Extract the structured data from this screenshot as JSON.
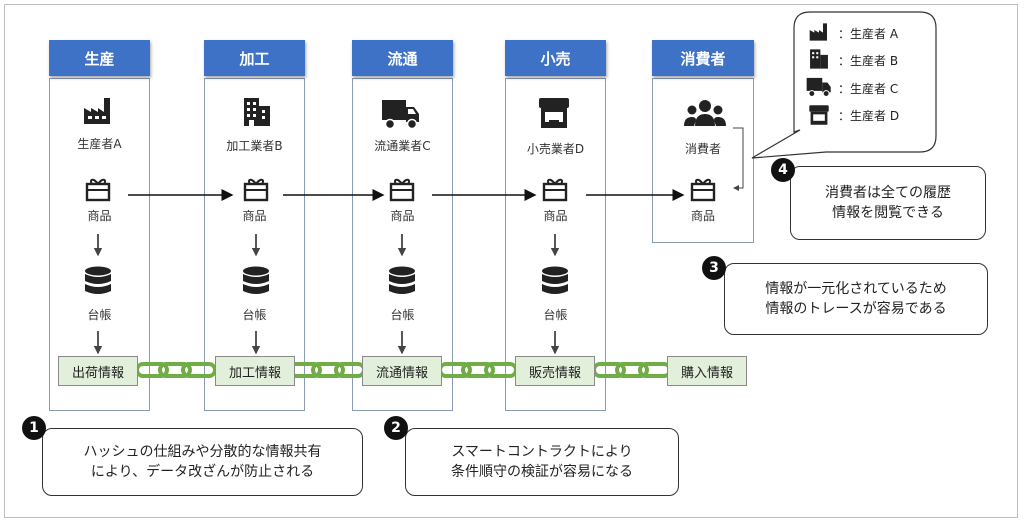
{
  "stages": [
    {
      "title": "生産",
      "actor": "生産者A",
      "actor_icon": "factory-icon"
    },
    {
      "title": "加工",
      "actor": "加工業者B",
      "actor_icon": "building-icon"
    },
    {
      "title": "流通",
      "actor": "流通業者C",
      "actor_icon": "truck-icon"
    },
    {
      "title": "小売",
      "actor": "小売業者D",
      "actor_icon": "store-icon"
    },
    {
      "title": "消費者",
      "actor": "消費者",
      "actor_icon": "users-icon"
    }
  ],
  "product_label": "商品",
  "ledger_label": "台帳",
  "info_blocks": [
    "出荷情報",
    "加工情報",
    "流通情報",
    "販売情報",
    "購入情報"
  ],
  "legend": [
    {
      "icon": "factory-icon",
      "text": "：生産者 A"
    },
    {
      "icon": "building-icon",
      "text": "：生産者 B"
    },
    {
      "icon": "truck-icon",
      "text": "：生産者 C"
    },
    {
      "icon": "store-icon",
      "text": "：生産者 D"
    }
  ],
  "callouts": [
    {
      "number": "1",
      "lines": [
        "ハッシュの仕組みや分散的な情報共有",
        "により、データ改ざんが防止される"
      ]
    },
    {
      "number": "2",
      "lines": [
        "スマートコントラクトにより",
        "条件順守の検証が容易になる"
      ]
    },
    {
      "number": "3",
      "lines": [
        "情報が一元化されているため",
        "情報のトレースが容易である"
      ]
    },
    {
      "number": "4",
      "lines": [
        "消費者は全ての履歴",
        "情報を閲覧できる"
      ]
    }
  ],
  "colors": {
    "header": "#3e72c6",
    "info_fill": "#e2efda",
    "chain": "#70ad47",
    "icon": "#222222"
  }
}
